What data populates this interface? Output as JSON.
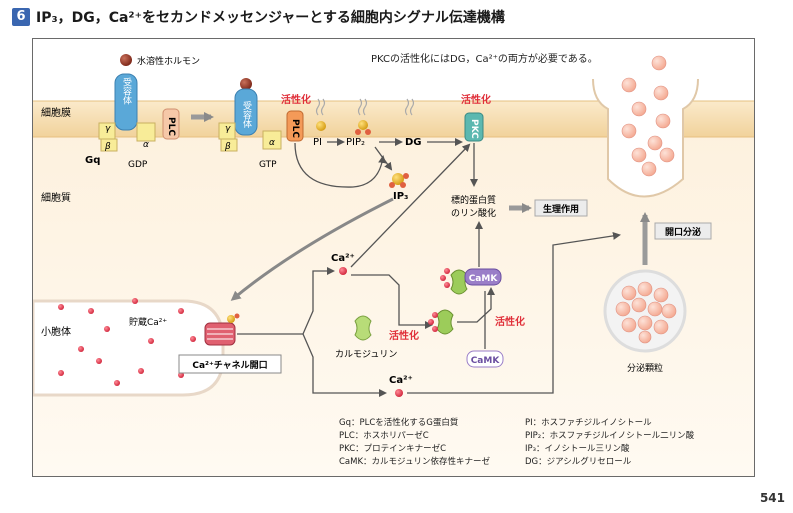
{
  "header": {
    "number": "6",
    "title": "IP₃，DG，Ca²⁺をセカンドメッセンジャーとする細胞内シグナル伝達機構"
  },
  "region_labels": {
    "membrane": "細胞膜",
    "cytoplasm": "細胞質",
    "vesicle_body": "小胞体"
  },
  "note": "PKCの活性化にはDG，Ca²⁺の両方が必要である。",
  "receptor_left": {
    "hormone": "水溶性ホルモン",
    "receptor": "受容体",
    "gamma": "γ",
    "beta": "β",
    "alpha": "α",
    "gq": "Gq",
    "gdp": "GDP",
    "plc": "PLC"
  },
  "receptor_right": {
    "receptor": "受容体",
    "gamma": "γ",
    "beta": "β",
    "alpha": "α",
    "gtp": "GTP",
    "plc": "PLC",
    "activated": "活性化"
  },
  "pathway": {
    "pi": "PI",
    "pip2": "PIP₂",
    "dg": "DG",
    "ip3": "IP₃",
    "pkc": "PKC",
    "pkc_activated": "活性化",
    "target": "標的蛋白質\nのリン酸化",
    "physio": "生理作用",
    "ca_top": "Ca²⁺",
    "ca_bottom": "Ca²⁺",
    "stored_ca": "貯蔵Ca²⁺",
    "channel": "Ca²⁺チャネル開口",
    "calmodulin": "カルモジュリン",
    "camk_active": "CaMK",
    "camk_inactive": "CaMK",
    "activated_left": "活性化",
    "activated_right": "活性化",
    "exocytosis": "開口分泌",
    "granules": "分泌顆粒"
  },
  "legend": {
    "left": [
      "Gq：PLCを活性化するG蛋白質",
      "PLC：ホスホリパーゼC",
      "PKC：プロテインキナーゼC",
      "CaMK：カルモジュリン依存性キナーゼ"
    ],
    "right": [
      "PI：ホスファチジルイノシトール",
      "PIP₂：ホスファチジルイノシトール二リン酸",
      "IP₃：イノシトール三リン酸",
      "DG：ジアシルグリセロール"
    ]
  },
  "page_number": "541",
  "colors": {
    "accent_red": "#e0303a",
    "receptor_blue": "#5aa8d8",
    "membrane_tan": "#f5dfb0",
    "pkc_teal": "#5cb8b0",
    "camk_purple": "#9a7ec8",
    "calmodulin_green": "#a8d468"
  }
}
